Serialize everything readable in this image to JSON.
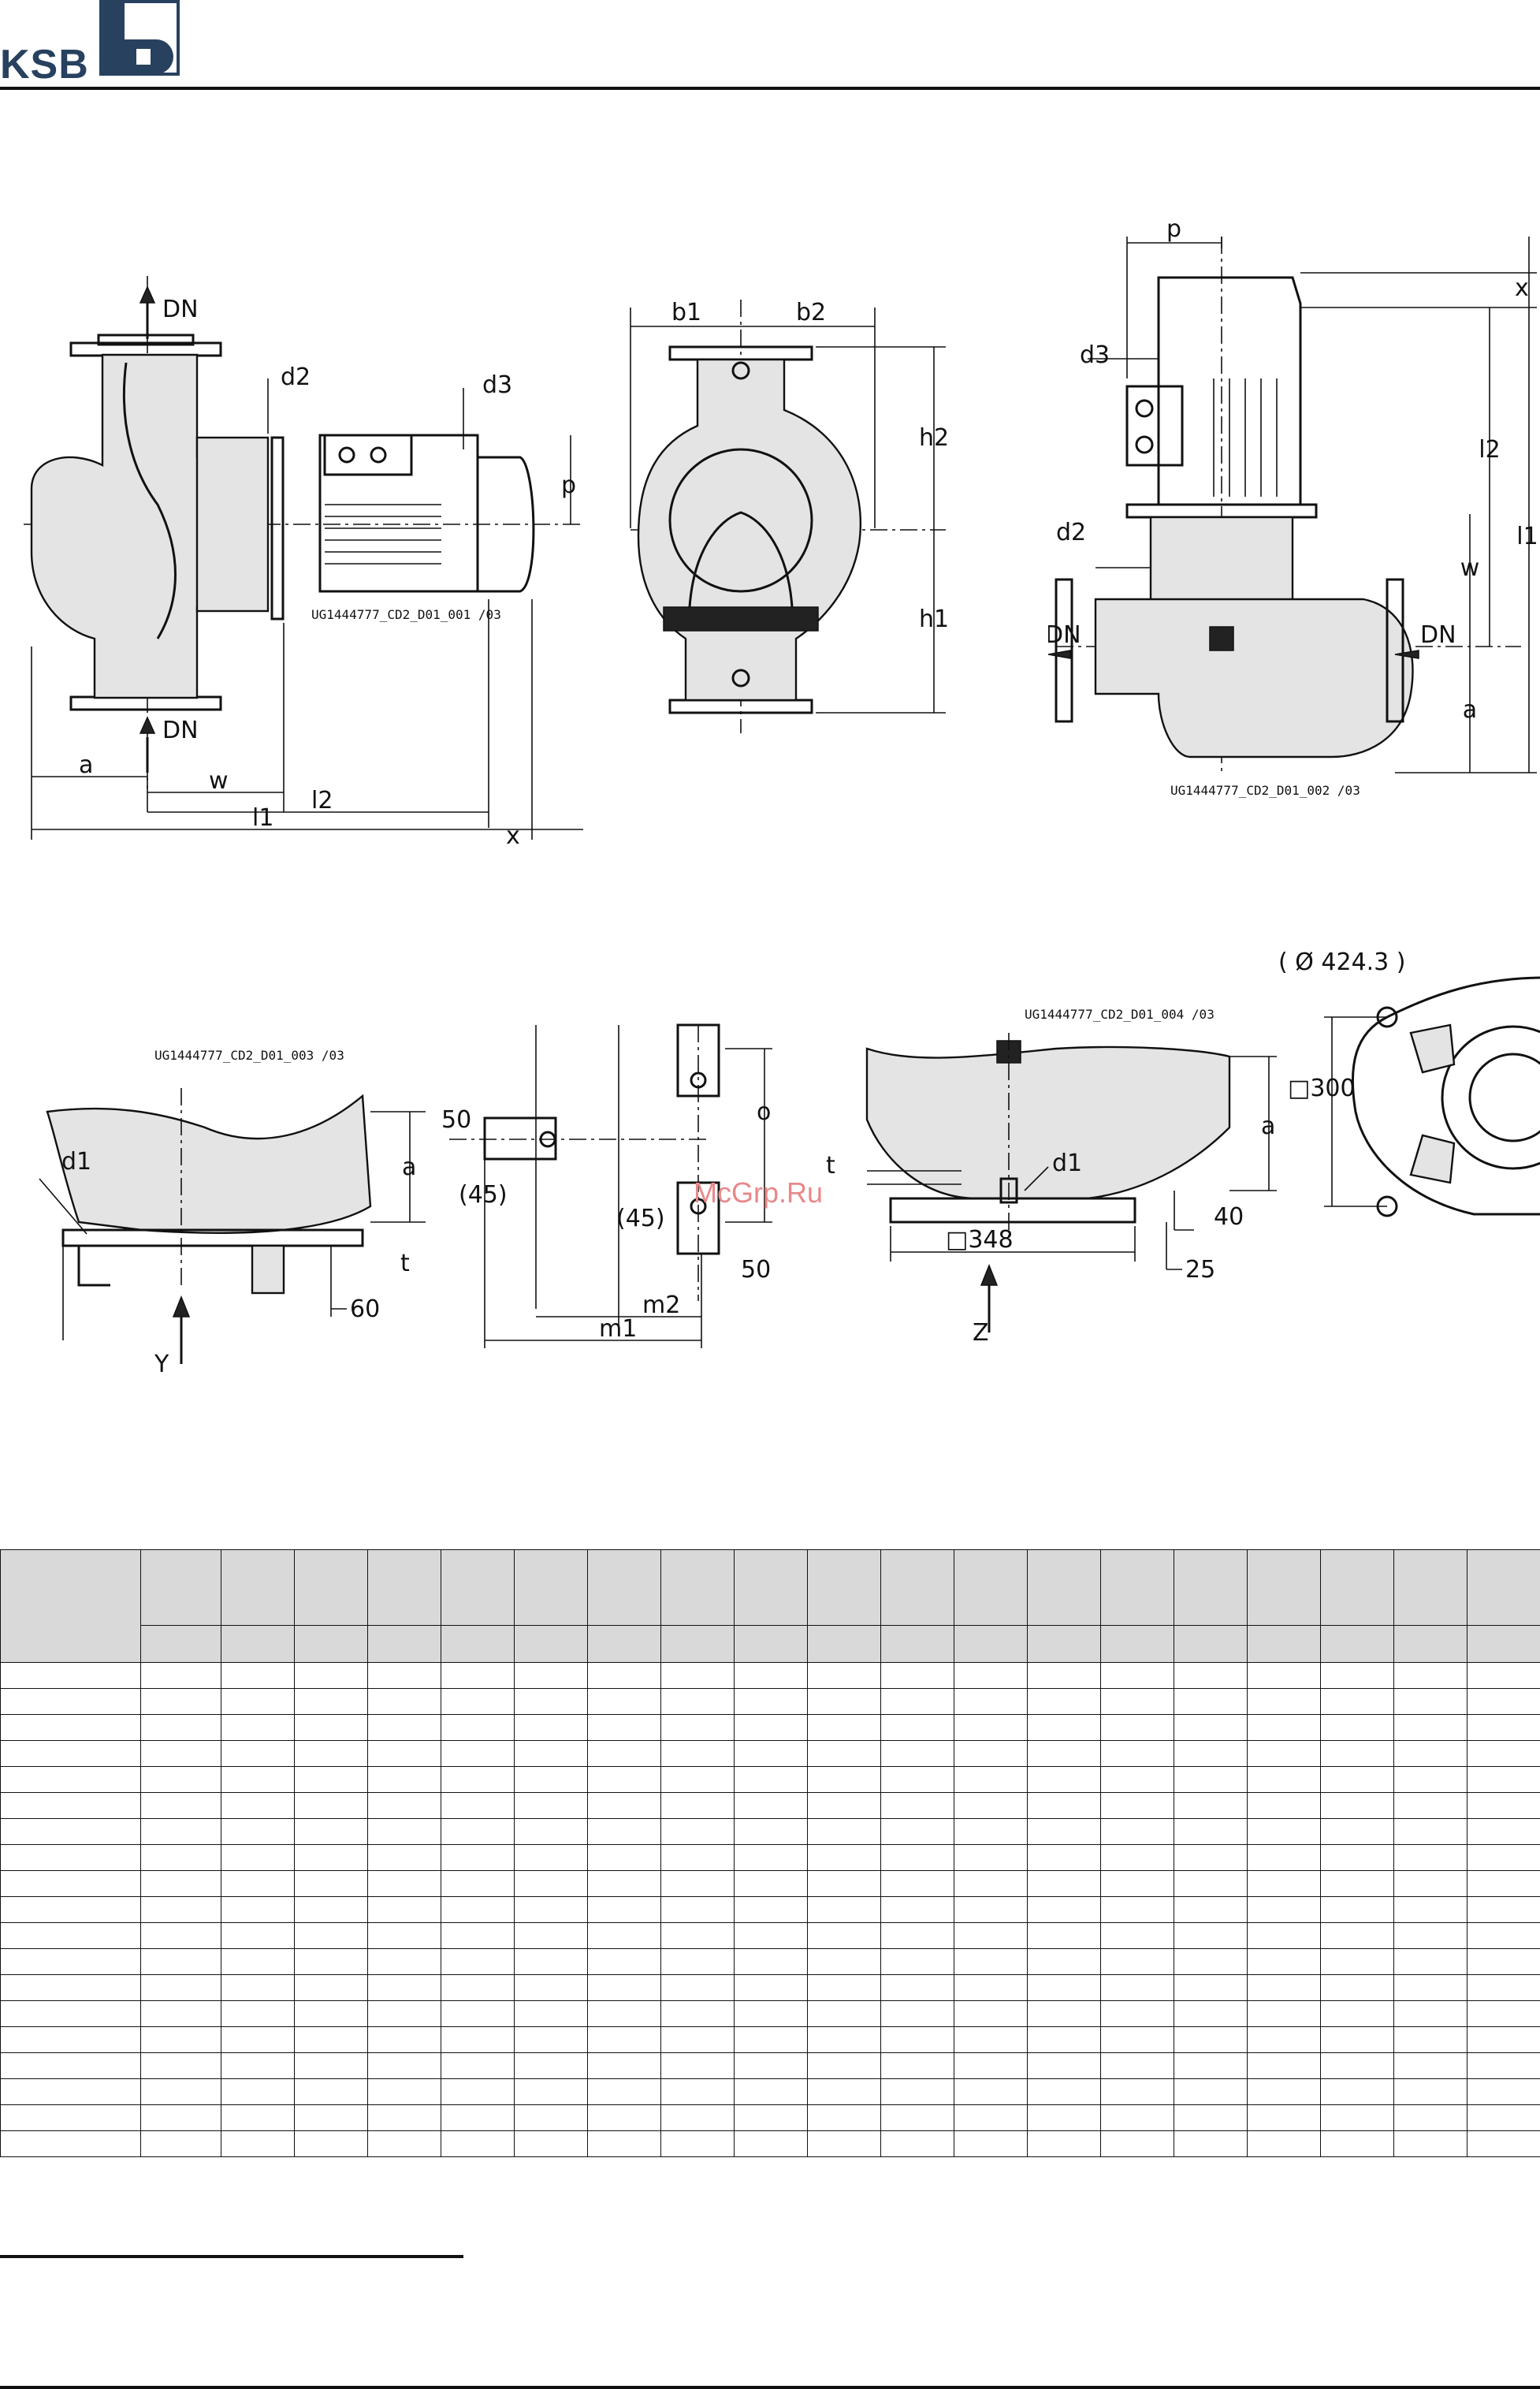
{
  "header": {
    "brand": "KSB"
  },
  "watermark": "McGrp.Ru",
  "drawings": {
    "side_view": {
      "code": "UG1444777_CD2_D01_001 /03",
      "labels": {
        "dn_top": "DN",
        "dn_bottom": "DN",
        "d2": "d2",
        "d3": "d3",
        "p": "p",
        "a": "a",
        "w": "w",
        "l2": "l2",
        "l1": "l1",
        "x": "x"
      }
    },
    "front_view": {
      "labels": {
        "b1": "b1",
        "b2": "b2",
        "h2": "h2",
        "h1": "h1"
      }
    },
    "vertical_view": {
      "code": "UG1444777_CD2_D01_002 /03",
      "labels": {
        "p": "p",
        "x": "x",
        "d3": "d3",
        "l2": "l2",
        "l1": "l1",
        "d2": "d2",
        "w": "w",
        "a": "a",
        "dn_left": "DN",
        "dn_right": "DN"
      }
    },
    "foot_view_y": {
      "code": "UG1444777_CD2_D01_003 /03",
      "labels": {
        "d1": "d1",
        "a": "a",
        "t": "t",
        "dim60": "60",
        "view": "Y"
      }
    },
    "foot_plan": {
      "labels": {
        "dim50_top": "50",
        "dim45_left": "(45)",
        "dim45_center": "(45)",
        "dim50_bottom": "50",
        "o": "o",
        "m2": "m2",
        "m1": "m1"
      }
    },
    "foot_view_z": {
      "code": "UG1444777_CD2_D01_004 /03",
      "labels": {
        "t": "t",
        "d1": "d1",
        "a": "a",
        "dim40": "40",
        "dim348": "□348",
        "dim25": "25",
        "view": "Z"
      }
    },
    "flange_view": {
      "labels": {
        "dia": "( Ø 424.3 )",
        "sq300": "□300"
      }
    }
  },
  "table": {
    "columns": 20,
    "body_rows": 19
  },
  "colors": {
    "header_fill": "#d9d9d9",
    "logo": "#27415f",
    "watermark": "#e9888a"
  }
}
